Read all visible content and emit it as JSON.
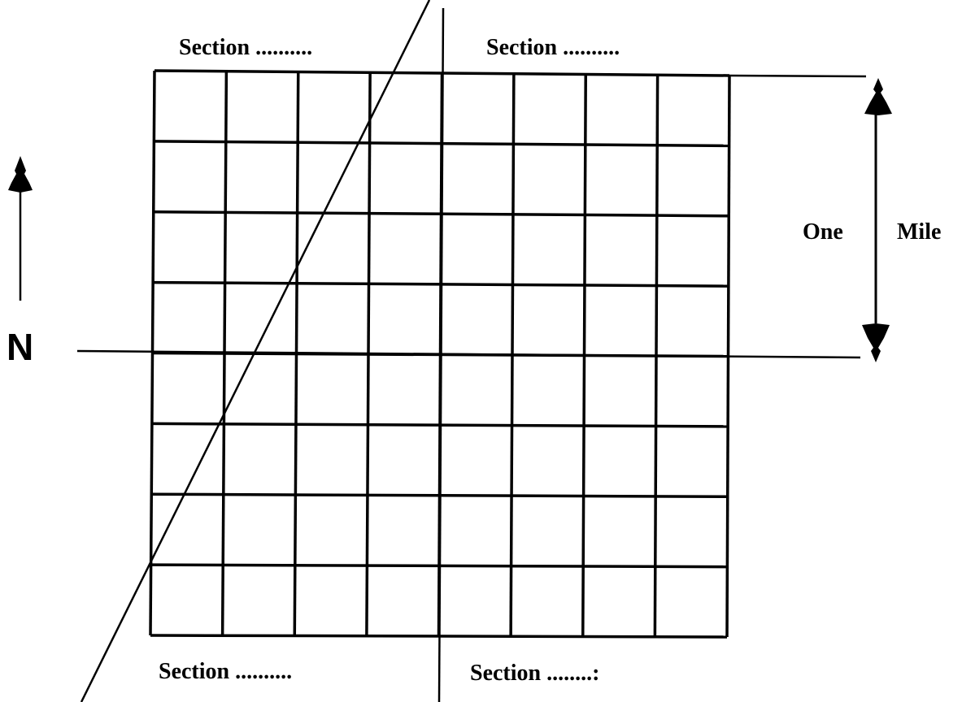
{
  "section_labels": {
    "top_left": "Section ..........",
    "top_right": "Section ..........",
    "bottom_left": "Section ..........",
    "bottom_right": "Section ........:"
  },
  "scale": {
    "left_label": "One",
    "right_label": "Mile"
  },
  "north": {
    "label": "N"
  },
  "grid": {
    "rows": 8,
    "columns": 8
  }
}
